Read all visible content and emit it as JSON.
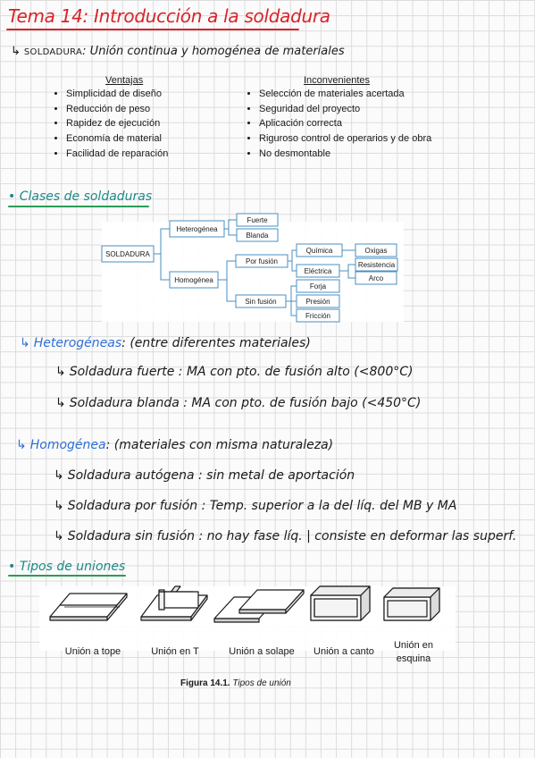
{
  "title": "Tema 14: Introducción a la soldadura",
  "definition": {
    "term": "SOLDADURA",
    "text": ": Unión continua y homogénea de materiales"
  },
  "ventajas": {
    "header": "Ventajas",
    "items": [
      "Simplicidad de diseño",
      "Reducción de peso",
      "Rapidez de ejecución",
      "Economía de material",
      "Facilidad de reparación"
    ]
  },
  "inconvenientes": {
    "header": "Inconvenientes",
    "items": [
      "Selección de materiales acertada",
      "Seguridad del proyecto",
      "Aplicación correcta",
      "Riguroso control de operarios y de obra",
      "No desmontable"
    ]
  },
  "clases": {
    "heading": "Clases de soldaduras",
    "tree": {
      "root": "SOLDADURA",
      "heterogenea": "Heterogénea",
      "fuerte": "Fuerte",
      "blanda": "Blanda",
      "homogenea": "Homogénea",
      "por_fusion": "Por fusión",
      "sin_fusion": "Sin fusión",
      "quimica": "Química",
      "electrica": "Eléctrica",
      "oxigas": "Oxigas",
      "resistencia": "Resistencia",
      "arco": "Arco",
      "forja": "Forja",
      "presion": "Presión",
      "friccion": "Fricción"
    }
  },
  "heterogeneas": {
    "label": "Heterogéneas",
    "desc": ": (entre diferentes materiales)",
    "lines": [
      "Soldadura fuerte : MA con pto. de fusión alto (<800°C)",
      "Soldadura blanda : MA con pto. de fusión bajo (<450°C)"
    ]
  },
  "homogenea": {
    "label": "Homogénea",
    "desc": ": (materiales con misma naturaleza)",
    "lines": [
      "Soldadura autógena : sin metal de aportación",
      "Soldadura por fusión : Temp. superior a la del líq. del MB y MA",
      "Soldadura sin fusión : no hay fase líq. | consiste en deformar las superf."
    ]
  },
  "tipos": {
    "heading": "Tipos de uniones",
    "figures": [
      "Unión a tope",
      "Unión en T",
      "Unión a solape",
      "Unión a canto",
      "Unión en esquina"
    ],
    "caption_bold": "Figura 14.1.",
    "caption_italic": "Tipos de unión"
  }
}
